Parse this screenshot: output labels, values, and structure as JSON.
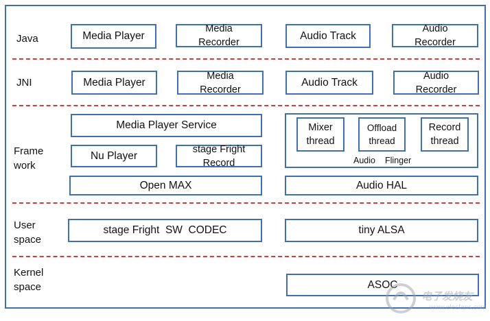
{
  "layers": {
    "java": "Java",
    "jni": "JNI",
    "framework": "Frame\nwork",
    "user_space": "User\nspace",
    "kernel_space": "Kernel\nspace"
  },
  "java_row": {
    "media_player": "Media Player",
    "media_recorder": "Media\nRecorder",
    "audio_track": "Audio Track",
    "audio_recorder": "Audio\nRecorder"
  },
  "jni_row": {
    "media_player": "Media Player",
    "media_recorder": "Media\nRecorder",
    "audio_track": "Audio Track",
    "audio_recorder": "Audio\nRecorder"
  },
  "framework_row": {
    "media_player_service": "Media Player Service",
    "nu_player": "Nu Player",
    "stagefright_record": "stage Fright\nRecord",
    "open_max": "Open MAX",
    "mixer_thread": "Mixer\nthread",
    "offload_thread": "Offload\nthread",
    "record_thread": "Record\nthread",
    "audio_flinger_audio": "Audio",
    "audio_flinger_flinger": "Flinger",
    "audio_hal": "Audio HAL"
  },
  "user_row": {
    "stagefright_codec": "stage Fright  SW  CODEC",
    "tiny_alsa": "tiny ALSA"
  },
  "kernel_row": {
    "asoc": "ASOC"
  },
  "watermark": {
    "text": "电子发烧友",
    "url": "www.elecfans.com"
  },
  "colors": {
    "box_border": "#3f6fb0",
    "divider": "#d33a3a"
  }
}
